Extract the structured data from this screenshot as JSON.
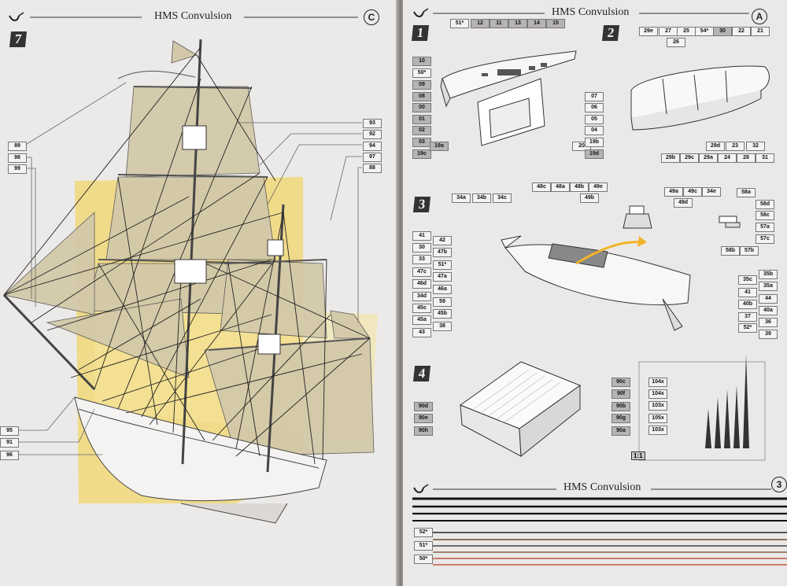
{
  "left_page": {
    "header_title": "HMS Convulsion",
    "page_letter": "C",
    "step": "7",
    "labels": [
      "93",
      "92",
      "94",
      "97",
      "88",
      "89",
      "98",
      "99",
      "95",
      "91",
      "96"
    ]
  },
  "right_page": {
    "header_title": "HMS Convulsion",
    "page_letter": "A",
    "steps": [
      "1",
      "2",
      "3",
      "4"
    ],
    "step1_top": [
      "51*",
      "12",
      "11",
      "13",
      "14",
      "15"
    ],
    "step1_left": [
      "10",
      "50*",
      "09",
      "08",
      "00",
      "01",
      "02",
      "03",
      "19c"
    ],
    "step1_bottom": [
      "19a",
      "20"
    ],
    "step1_right": [
      "07",
      "06",
      "05",
      "04",
      "19b",
      "19d"
    ],
    "step2_top": [
      "29e",
      "27",
      "25",
      "54*",
      "30",
      "22",
      "21"
    ],
    "step2_mid": [
      "26"
    ],
    "step2_bottom": [
      "29d",
      "23",
      "32",
      "29b",
      "29c",
      "29a",
      "24",
      "28",
      "31"
    ],
    "step3_top": [
      "34a",
      "34b",
      "34c",
      "48c",
      "48a",
      "48b",
      "49e",
      "49b",
      "49a",
      "49c",
      "34e",
      "49d",
      "58a"
    ],
    "step3_left": [
      "41",
      "42",
      "30",
      "47b",
      "33",
      "51*",
      "47c",
      "47a",
      "46d",
      "46a",
      "34d",
      "59",
      "45c",
      "45b",
      "45a",
      "38",
      "43"
    ],
    "step3_right": [
      "35b",
      "35c",
      "35a",
      "41",
      "44",
      "40b",
      "40a",
      "37",
      "36",
      "52*",
      "39"
    ],
    "step3_fitting": [
      "58d",
      "58c",
      "57a",
      "57c",
      "58b",
      "57b"
    ],
    "step4_left": [
      "90d",
      "90e",
      "90h"
    ],
    "step4_right": [
      "90c",
      "90f",
      "90b",
      "90g",
      "90a"
    ],
    "step4_parts": [
      "104x",
      "104x",
      "103x",
      "105x",
      "103x"
    ],
    "scale": "1:1",
    "footer_title": "HMS Convulsion",
    "footer_page": "3",
    "rope_labels": [
      "52*",
      "51*",
      "50*"
    ]
  },
  "colors": {
    "sail": "#d3c9a9",
    "highlight": "#f2d66a",
    "ink": "#222222",
    "rope_red": "#b53a1c",
    "rope_brown": "#6b4a2c"
  }
}
